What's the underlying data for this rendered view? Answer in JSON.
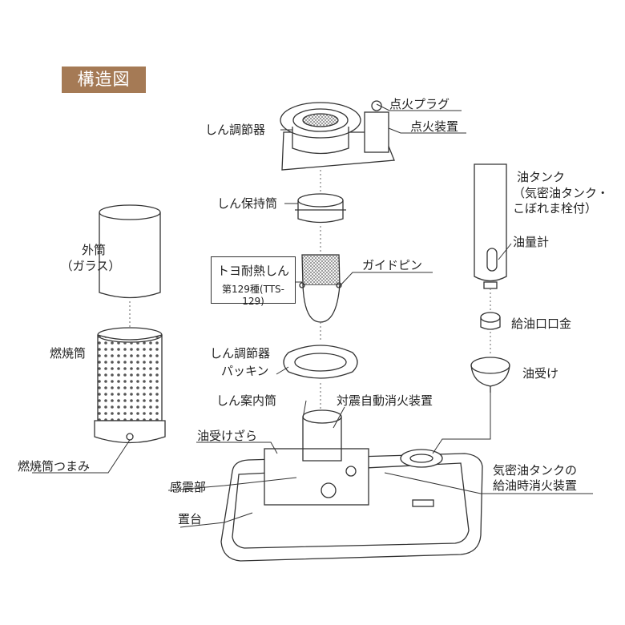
{
  "title": "構造図",
  "labels": {
    "ignition_plug": "点火プラグ",
    "wick_adjuster": "しん調節器",
    "igniter": "点火装置",
    "wick_holder": "しん保持筒",
    "outer_cylinder_1": "外筒",
    "outer_cylinder_2": "（ガラス）",
    "wick_name": "トヨ耐熱しん",
    "wick_model": "第129種(TTS-129)",
    "guide_pin": "ガイドピン",
    "combustion_cylinder": "燃焼筒",
    "wick_packing_1": "しん調節器",
    "wick_packing_2": "パッキン",
    "wick_guide": "しん案内筒",
    "quake_extinguisher": "対震自動消火装置",
    "oil_tray": "油受けざら",
    "cylinder_knob": "燃焼筒つまみ",
    "quake_sensor": "感震部",
    "base": "置台",
    "oil_tank": "油タンク",
    "tank_note_1": "（気密油タンク・",
    "tank_note_2": "こぼれま栓付）",
    "oil_gauge": "油量計",
    "filler_cap": "給油口口金",
    "oil_receiver": "油受け",
    "refuel_extinguisher_1": "気密油タンクの",
    "refuel_extinguisher_2": "給油時消火装置"
  },
  "colors": {
    "badge": "#a57a55",
    "line": "#333333"
  }
}
